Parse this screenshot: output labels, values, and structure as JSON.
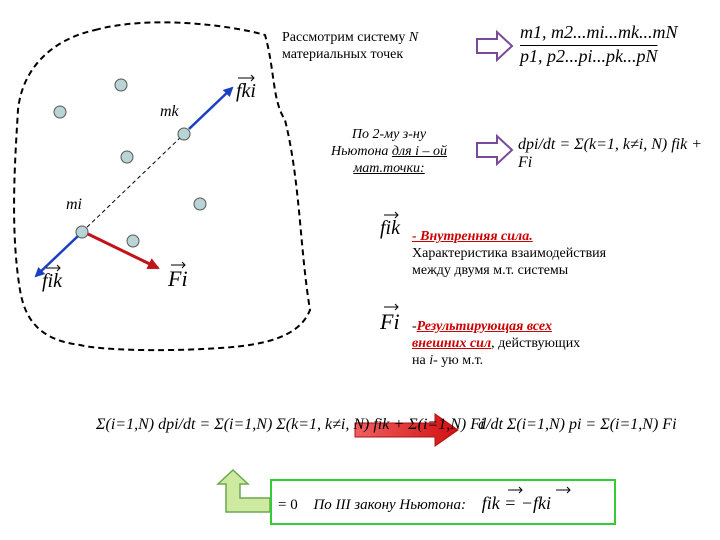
{
  "system_text": {
    "line1": "Рассмотрим систему ",
    "line1_var": "N",
    "line2": "материальных точек"
  },
  "newton_text": {
    "line1": "По 2-му з-ну",
    "line2_a": "Ньютона ",
    "line2_b": "для i – ой",
    "line3": "мат.точки:"
  },
  "point_labels": {
    "mk": "mk",
    "mi": "mi"
  },
  "force_labels": {
    "fki": "fki",
    "fik": "fik",
    "Fi": "Fi"
  },
  "formulas": {
    "masses": "m1, m2...mi...mk...mN",
    "momenta": "p1, p2...pi...pk...pN",
    "newton2": "dpi/dt = Σ(k=1, k≠i, N) fik + Fi",
    "sum_left": "Σ(i=1,N) dpi/dt = Σ(i=1,N) Σ(k=1, k≠i, N) fik + Σ(i=1,N) Fi",
    "sum_right": "d/dt Σ(i=1,N) pi = Σ(i=1,N) Fi",
    "third_law": "fik = −fki"
  },
  "internal_force": {
    "title": "- Внутренняя сила.",
    "line2": "Характеристика взаимодействия",
    "line3": "между двумя м.т. системы"
  },
  "external_force": {
    "title_a": "-",
    "title_b": "Результирующая всех",
    "line2_a": "внешних сил",
    "line2_b": ", действующих",
    "line3_a": "на ",
    "line3_b": "i",
    "line3_c": "- ую м.т."
  },
  "zero_box": {
    "zero": "= 0",
    "text": "По III закону Ньютона:"
  },
  "colors": {
    "blue_force": "#1a3fc4",
    "red_force": "#c0141a",
    "point_fill": "#b8d4d4",
    "hollow_arrow": "#7a4a9a",
    "green_box": "#33cc33",
    "green_arrow_fill": "#cdeaa0"
  }
}
